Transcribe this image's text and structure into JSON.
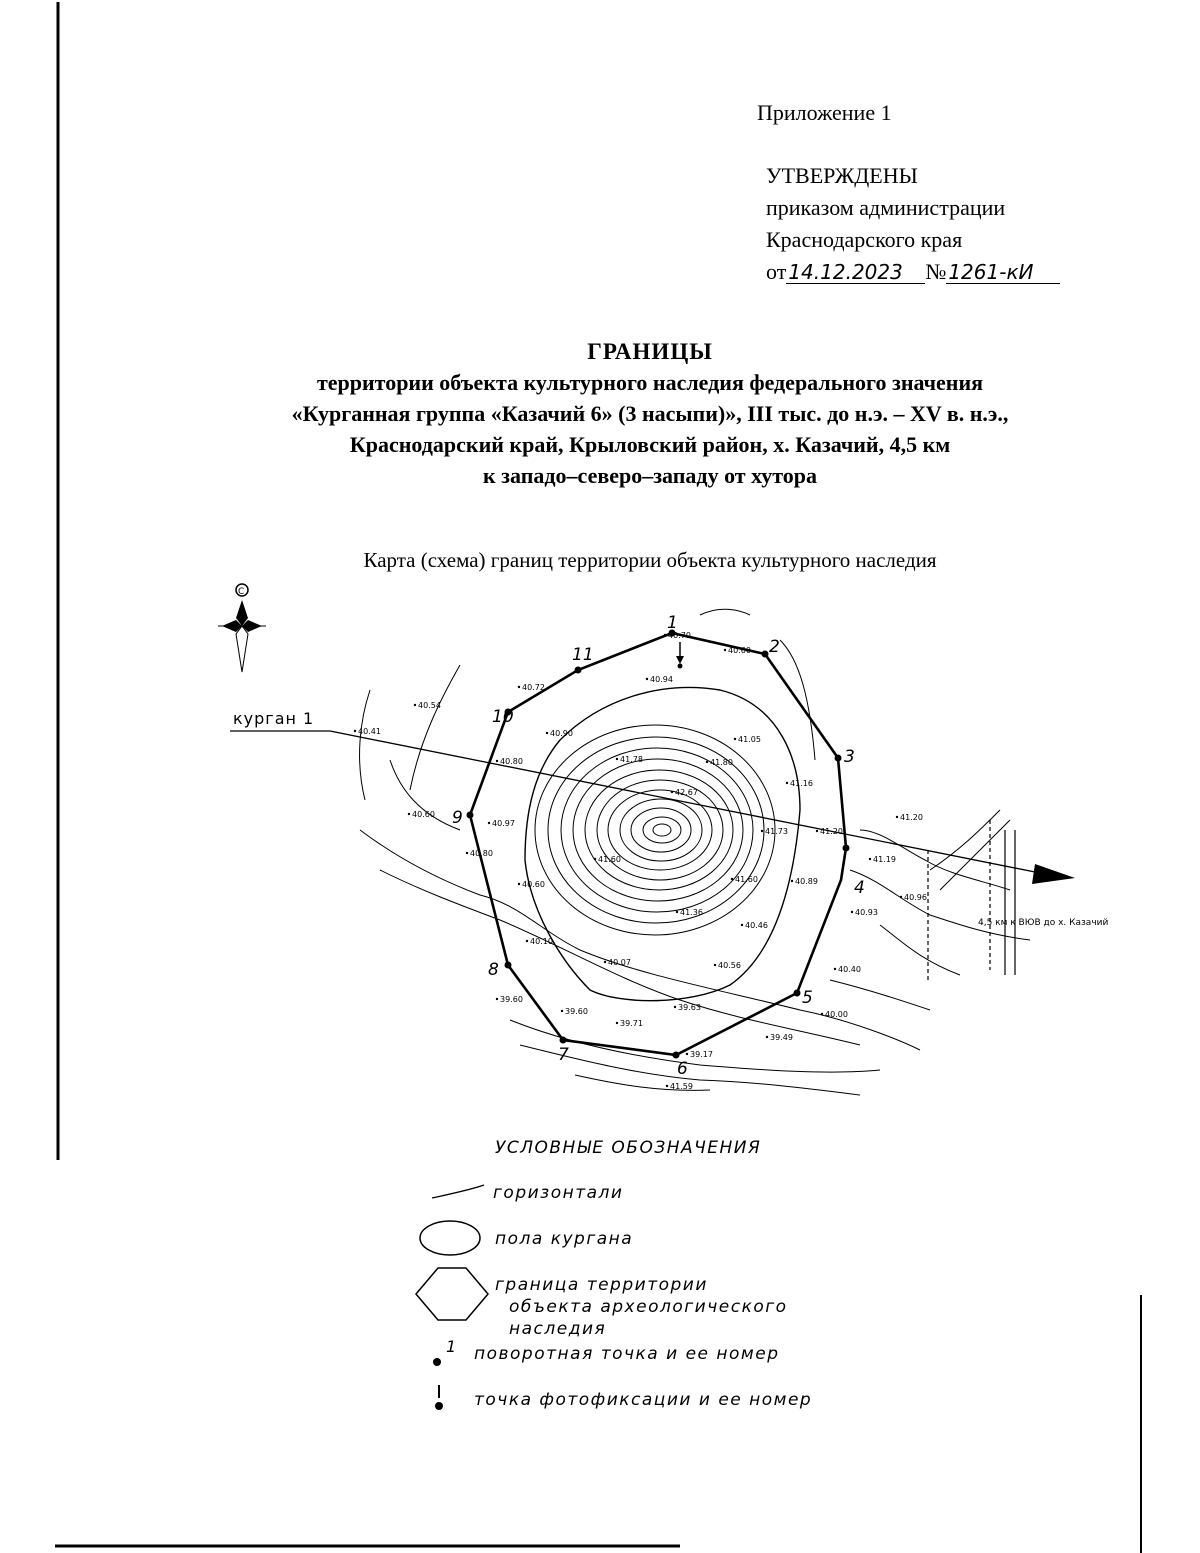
{
  "header": {
    "appendix": "Приложение 1",
    "approved": "УТВЕРЖДЕНЫ",
    "line1": "приказом администрации",
    "line2": "Краснодарского края",
    "date_prefix": "от",
    "date": "14.12.2023",
    "number_prefix": "№",
    "number": "1261-кИ"
  },
  "heading": {
    "title": "ГРАНИЦЫ",
    "line1": "территории объекта культурного наследия федерального значения",
    "line2": "«Курганная группа «Казачий 6» (3 насыпи)», III тыс. до н.э. – XV в. н.э.,",
    "line3": "Краснодарский край, Крыловский район, х. Казачий, 4,5 км",
    "line4": "к западо–северо–западу от хутора"
  },
  "map_caption": "Карта (схема) границ территории объекта культурного наследия",
  "map": {
    "mound_label": "курган 1",
    "direction_label": "4,5 км к ВЮВ до х. Казачий",
    "compass": "С",
    "turning_points": [
      "1",
      "2",
      "3",
      "4",
      "5",
      "6",
      "7",
      "8",
      "9",
      "10",
      "11"
    ],
    "elevations": [
      "40.70",
      "40.60",
      "40.72",
      "40.54",
      "40.41",
      "40.94",
      "40.90",
      "41.05",
      "40.80",
      "41.78",
      "41.80",
      "41.16",
      "42.67",
      "40.97",
      "40.60",
      "41.73",
      "41.20",
      "40.80",
      "41.60",
      "41.60",
      "40.89",
      "40.60",
      "41.36",
      "40.93",
      "40.10",
      "40.46",
      "40.07",
      "40.56",
      "40.40",
      "39.60",
      "39.63",
      "39.60",
      "40.00",
      "39.71",
      "39.49",
      "39.17",
      "41.59",
      "41.20",
      "41.19",
      "40.96"
    ]
  },
  "legend": {
    "title": "УСЛОВНЫЕ ОБОЗНАЧЕНИЯ",
    "contours": "горизонтали",
    "mound_floor": "пола кургана",
    "boundary_l1": "граница территории",
    "boundary_l2": "объекта археологического",
    "boundary_l3": "наследия",
    "turning_point": "поворотная точка и ее номер",
    "turning_point_sample": "1",
    "photo_point": "точка фотофиксации и ее номер"
  }
}
